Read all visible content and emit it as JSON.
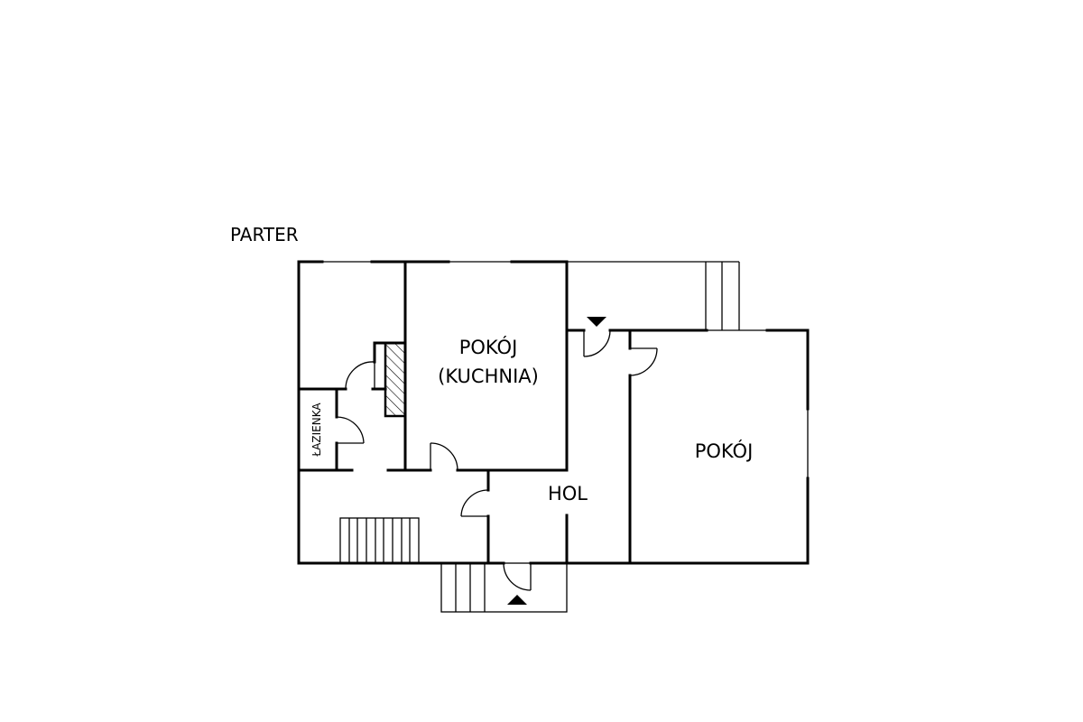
{
  "title": "PARTER",
  "rooms": {
    "kitchen_line1": "POKÓJ",
    "kitchen_line2": "(KUCHNIA)",
    "room_right": "POKÓJ",
    "hall": "HOL",
    "bathroom": "ŁAZIENKA"
  },
  "colors": {
    "line": "#000000",
    "background": "#ffffff"
  }
}
